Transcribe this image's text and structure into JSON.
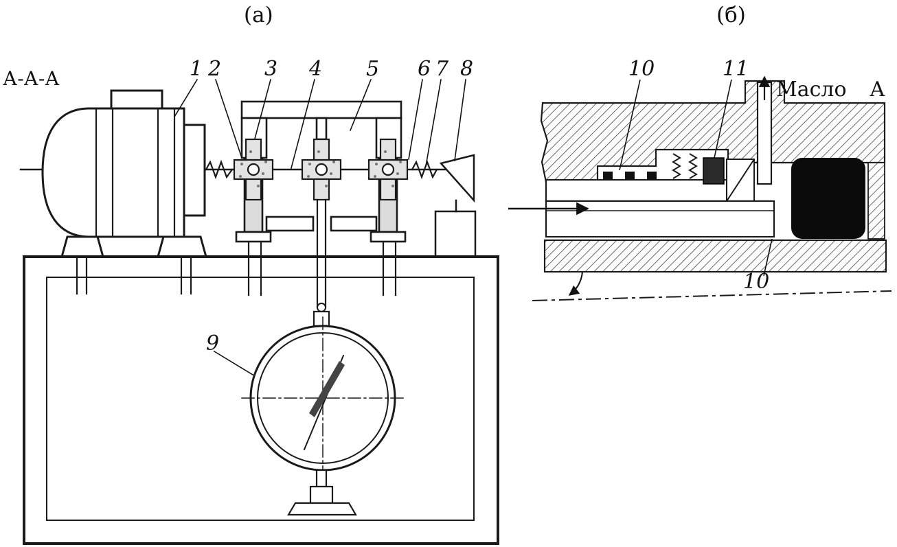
{
  "figure": {
    "panel_a": {
      "title": "(а)",
      "section_label": "А-А-А",
      "callouts": {
        "c1": "1",
        "c2": "2",
        "c3": "3",
        "c4": "4",
        "c5": "5",
        "c6": "6",
        "c7": "7",
        "c8": "8",
        "c9": "9"
      }
    },
    "panel_b": {
      "title": "(б)",
      "view_label": "А",
      "oil_label": "Масло",
      "callouts": {
        "c10_top": "10",
        "c11": "11",
        "c10_bottom": "10"
      }
    },
    "colors": {
      "line": "#1a1a1a",
      "background": "#ffffff",
      "hatch": "#444444",
      "solid_fill": "#0b0b0b"
    }
  }
}
